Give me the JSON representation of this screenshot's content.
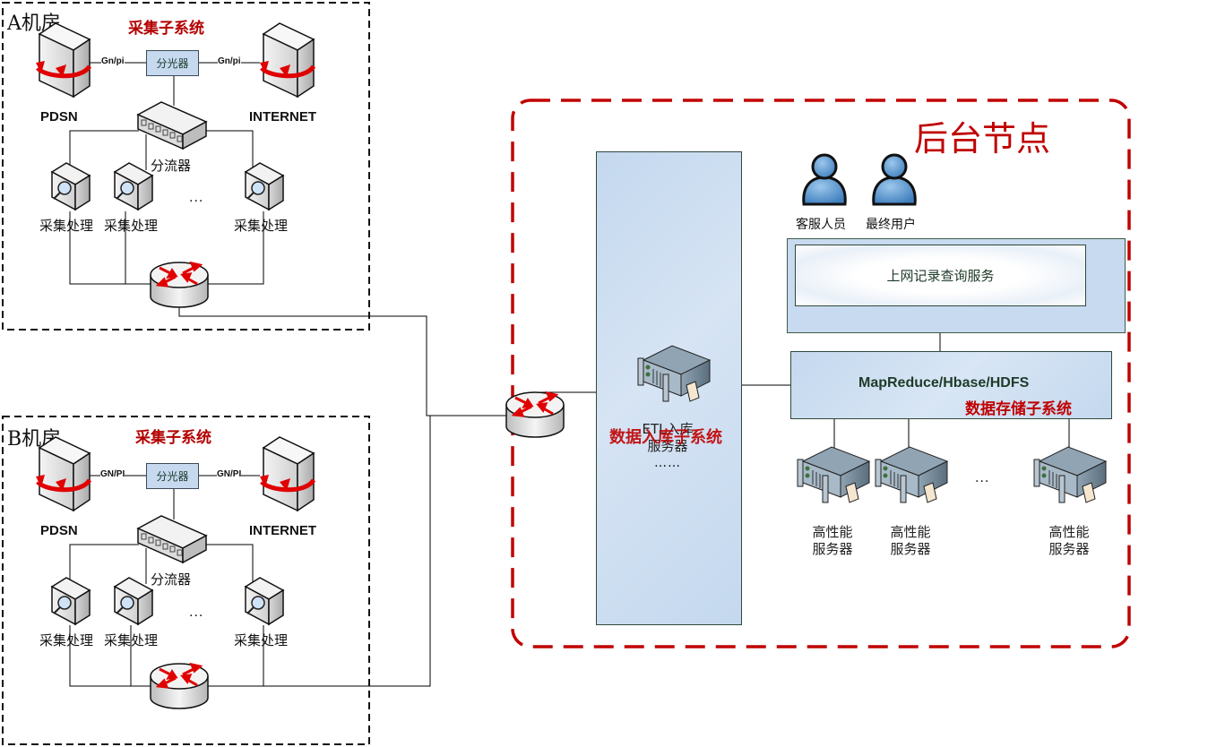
{
  "rooms": [
    {
      "title": "A机房",
      "subsystem_title": "采集子系统",
      "left_node": "PDSN",
      "right_node": "INTERNET",
      "left_iface": "Gn/pi",
      "right_iface": "Gn/pi",
      "optical_splitter": "分光器",
      "traffic_splitter": "分流器",
      "collectors": [
        "采集处理",
        "采集处理",
        "采集处理"
      ],
      "ellipsis": "..."
    },
    {
      "title": "B机房",
      "subsystem_title": "采集子系统",
      "left_node": "PDSN",
      "right_node": "INTERNET",
      "left_iface": "GN/PI",
      "right_iface": "GN/PI",
      "optical_splitter": "分光器",
      "traffic_splitter": "分流器",
      "collectors": [
        "采集处理",
        "采集处理",
        "采集处理"
      ],
      "ellipsis": "..."
    }
  ],
  "backend": {
    "title": "后台节点",
    "users": [
      "客服人员",
      "最终用户"
    ],
    "query_service": "上网记录查询服务",
    "ingest": {
      "subsystem_title": "数据入库子系统",
      "server_label_line1": "ETL入库",
      "server_label_line2": "服务器",
      "ellipsis": "……"
    },
    "storage": {
      "tech": "MapReduce/Hbase/HDFS",
      "subsystem_title": "数据存储子系统",
      "servers": [
        {
          "line1": "高性能",
          "line2": "服务器"
        },
        {
          "line1": "高性能",
          "line2": "服务器"
        },
        {
          "line1": "高性能",
          "line2": "服务器"
        }
      ],
      "ellipsis": "..."
    }
  },
  "colors": {
    "subsystem_red": "#b30000",
    "backend_border": "#c00000",
    "panel_blue": "#c6d9ef",
    "room_border": "#111111"
  }
}
